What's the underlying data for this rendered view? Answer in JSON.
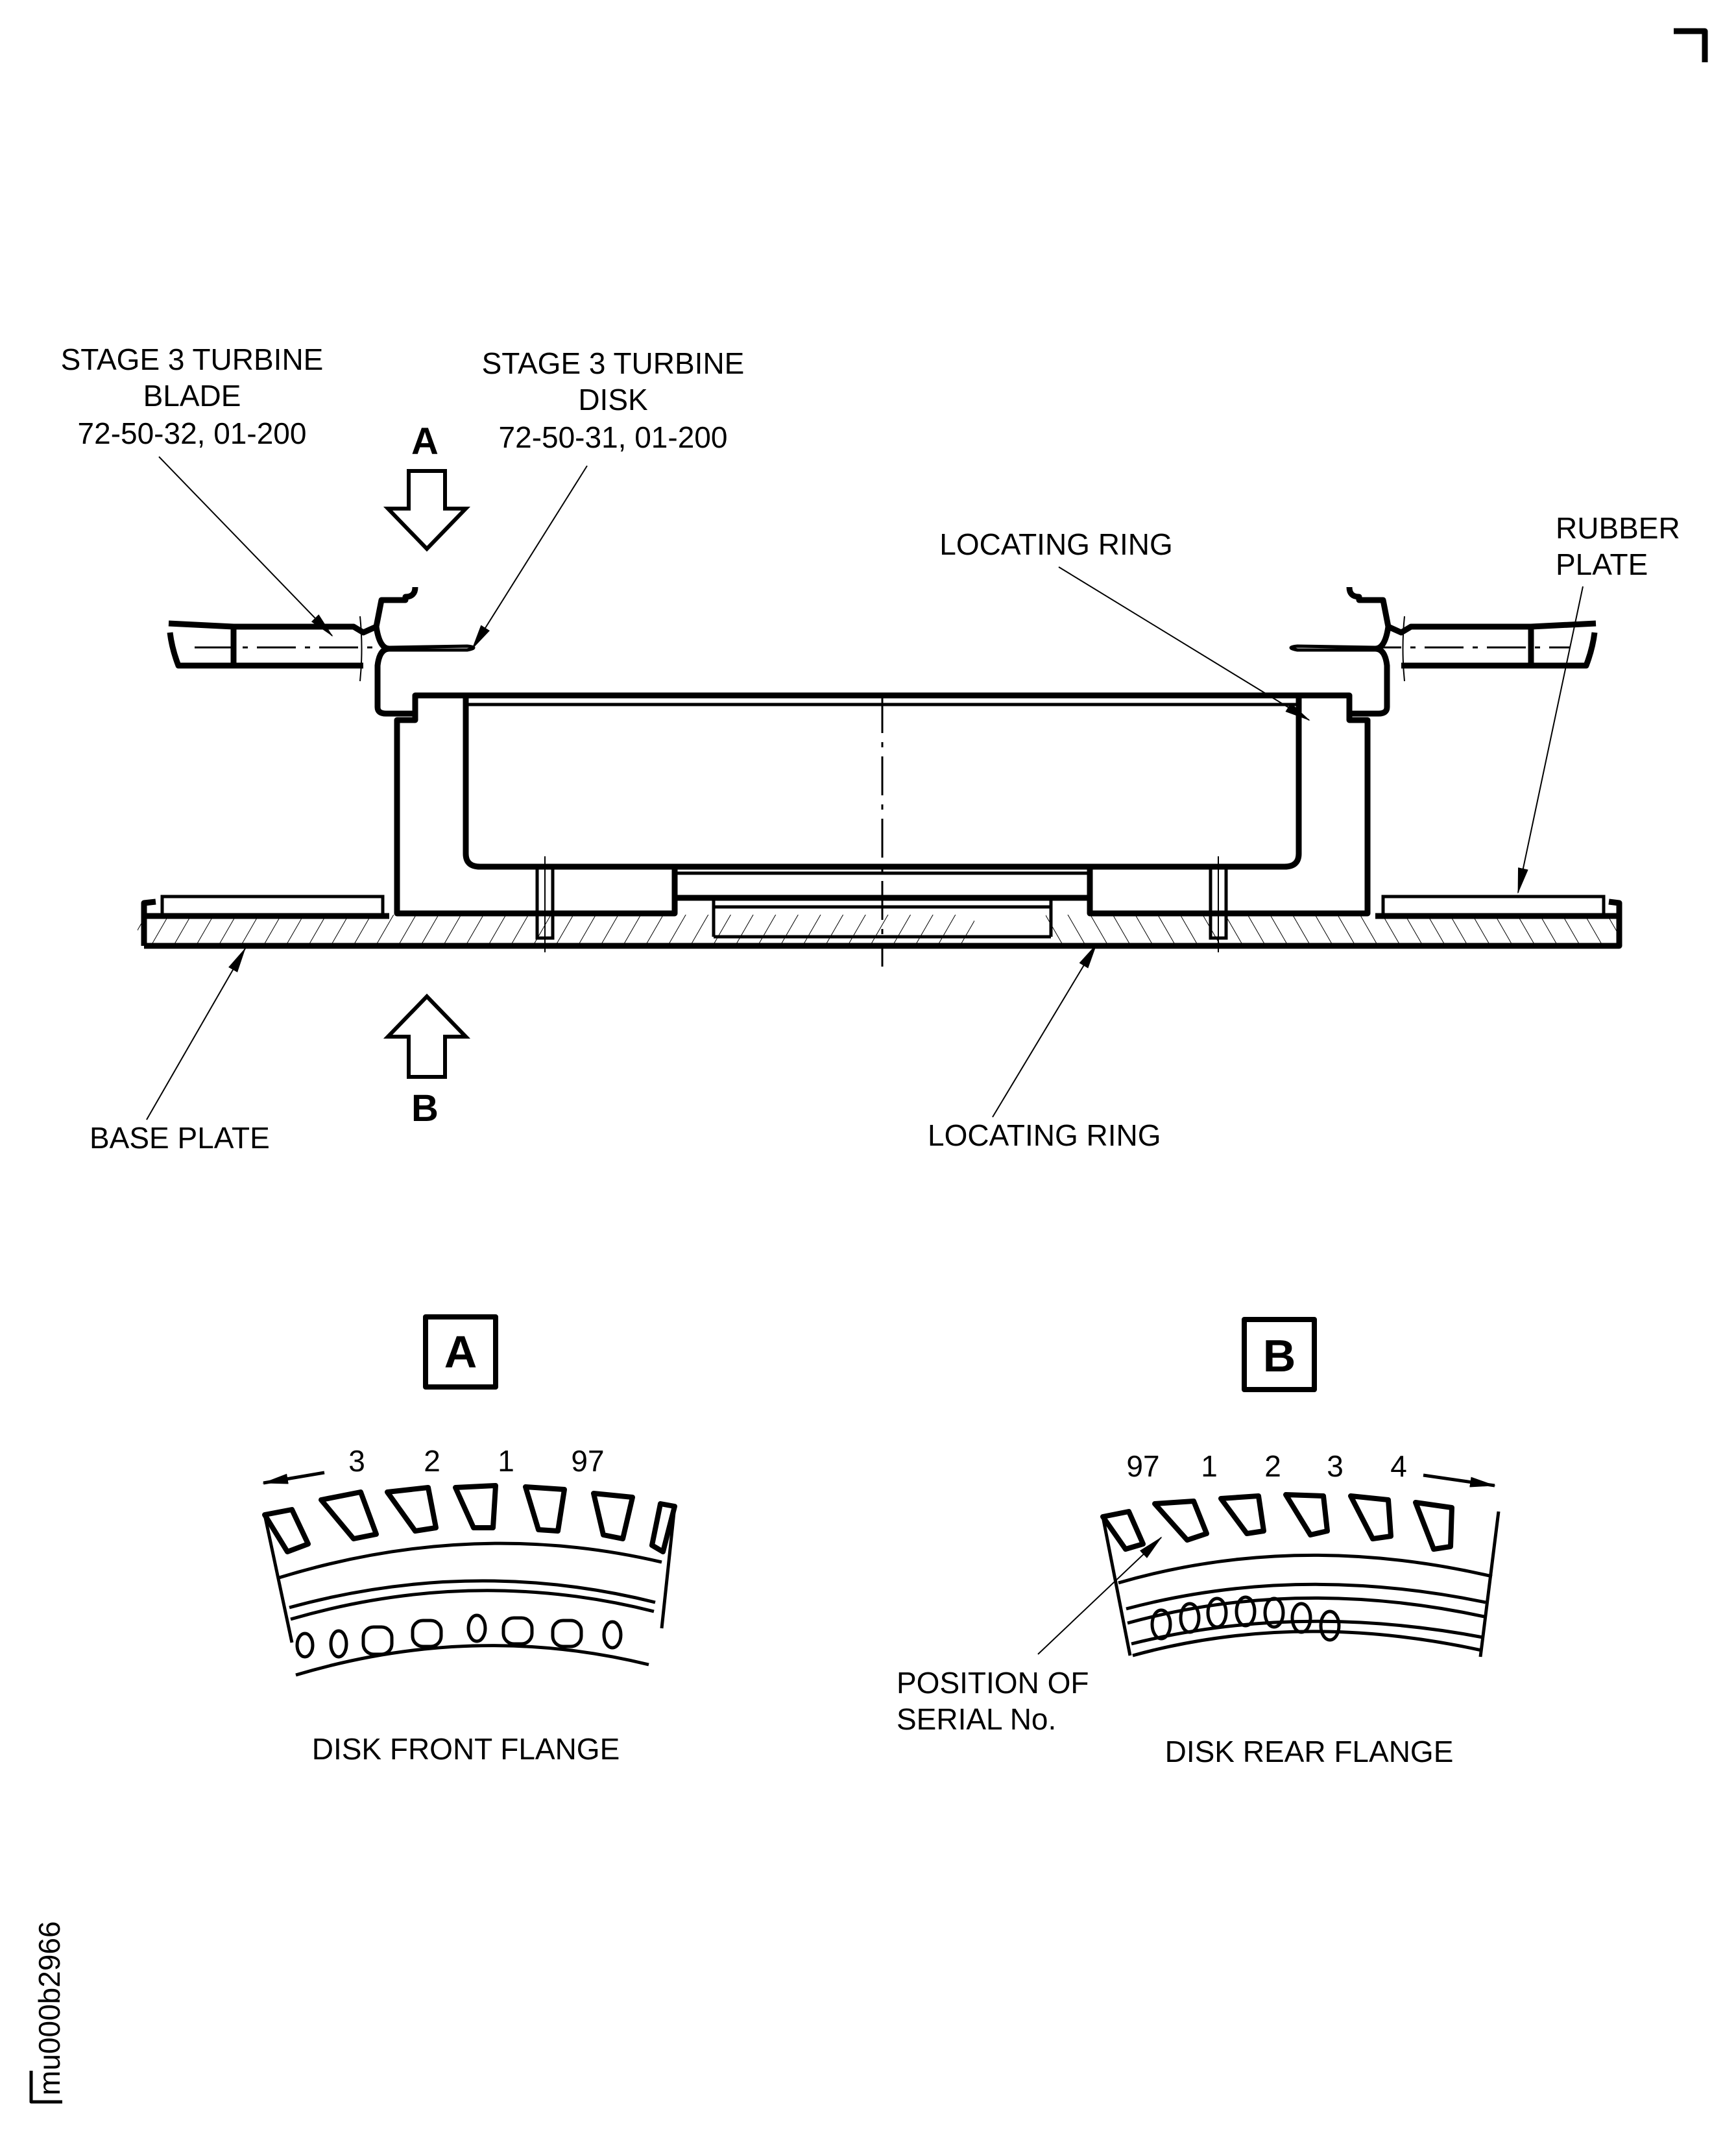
{
  "drawing": {
    "labels": {
      "blade": [
        "STAGE 3 TURBINE",
        "BLADE",
        "72-50-32, 01-200"
      ],
      "disk": [
        "STAGE 3 TURBINE",
        "DISK",
        "72-50-31, 01-200"
      ],
      "locating_ring_top": "LOCATING RING",
      "rubber_plate": [
        "RUBBER",
        "PLATE"
      ],
      "base_plate": "BASE PLATE",
      "locating_ring_bottom": "LOCATING RING",
      "view_a_arrow": "A",
      "view_b_arrow": "B"
    },
    "views": {
      "a": {
        "tag": "A",
        "caption": "DISK FRONT FLANGE",
        "slot_numbers": [
          "3",
          "2",
          "1",
          "97"
        ],
        "direction": "left"
      },
      "b": {
        "tag": "B",
        "caption": "DISK REAR FLANGE",
        "slot_numbers": [
          "97",
          "1",
          "2",
          "3",
          "4"
        ],
        "direction": "right",
        "callout": [
          "POSITION OF",
          "SERIAL No."
        ]
      }
    },
    "figure_id": "mu000b2966"
  }
}
